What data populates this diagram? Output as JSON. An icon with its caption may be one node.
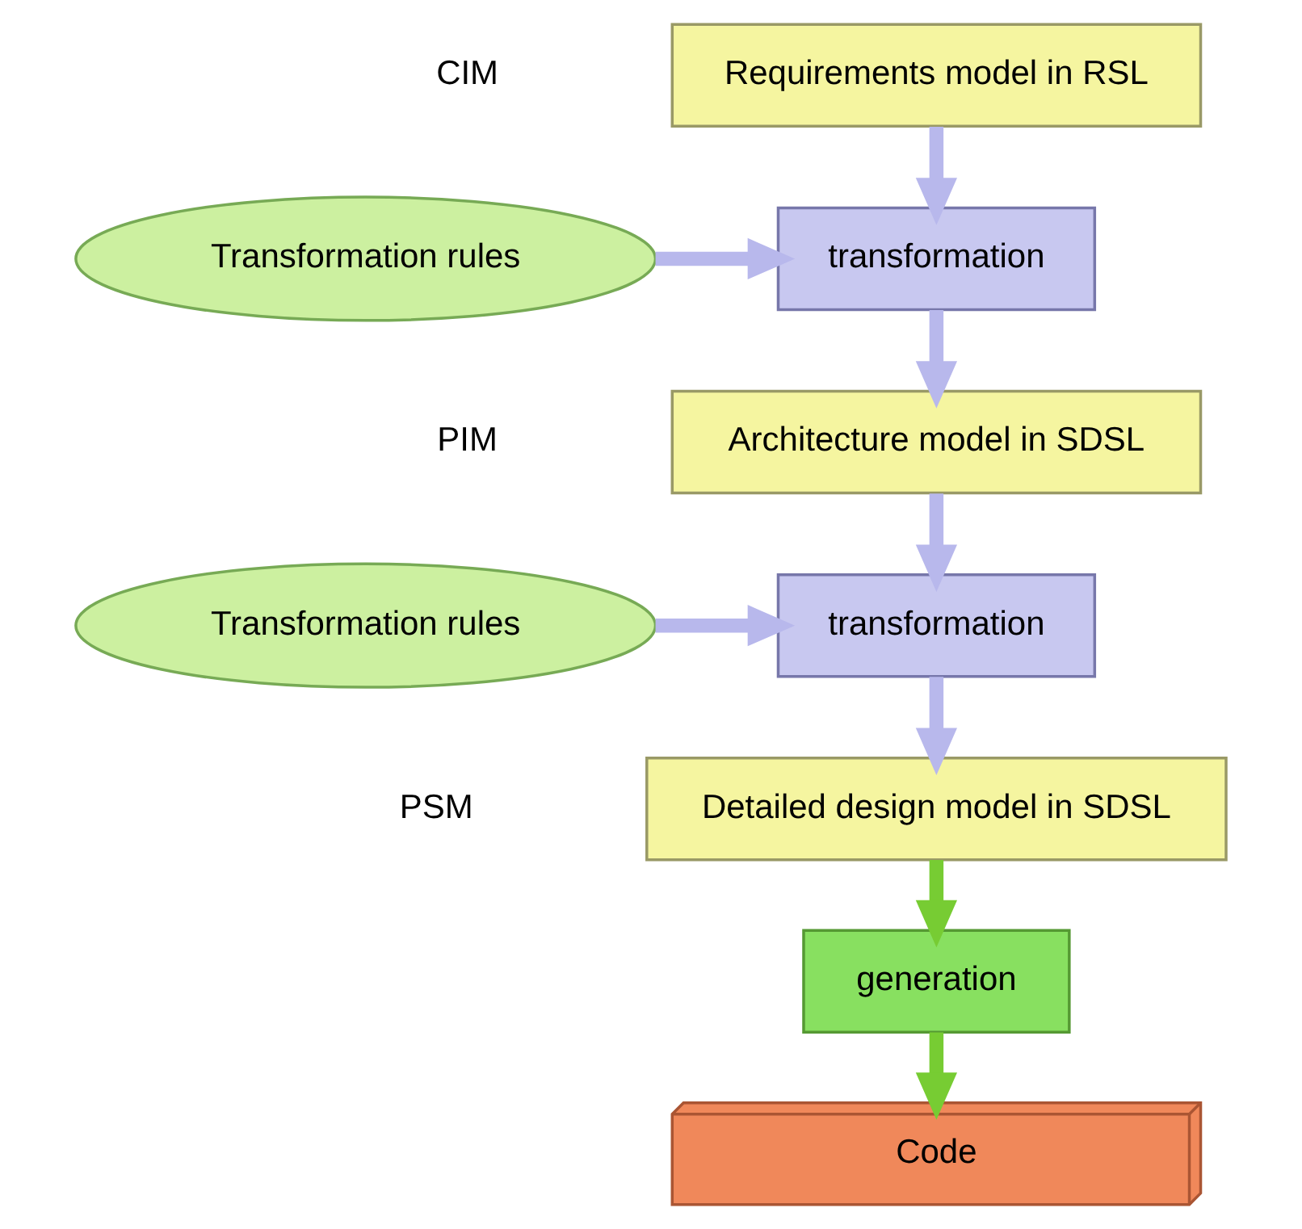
{
  "diagram": {
    "nodes": [
      {
        "text": [
          "Requirements model in RSL"
        ]
      },
      {
        "text": [
          "transformation"
        ]
      },
      {
        "text": [
          "Transformation rules"
        ]
      },
      {
        "text": [
          "Architecture model in SDSL"
        ]
      },
      {
        "text": [
          "transformation"
        ]
      },
      {
        "text": [
          "Transformation rules"
        ]
      },
      {
        "text": [
          "Detailed design model in SDSL"
        ]
      },
      {
        "text": [
          "generation"
        ]
      },
      {
        "text": [
          "Code"
        ]
      }
    ],
    "edges": [
      {
        "from": 0,
        "to": 1,
        "arrow": "to"
      },
      {
        "from": 2,
        "to": 1,
        "arrow": "to"
      },
      {
        "from": 1,
        "to": 3,
        "arrow": "to"
      },
      {
        "from": 3,
        "to": 4,
        "arrow": "to"
      },
      {
        "from": 5,
        "to": 4,
        "arrow": "to"
      },
      {
        "from": 4,
        "to": 6,
        "arrow": "to"
      },
      {
        "from": 6,
        "to": 7,
        "arrow": "to",
        "color": "#77cc33"
      },
      {
        "from": 7,
        "to": 8,
        "arrow": "to",
        "color": "#77cc33"
      }
    ],
    "labels": [
      "CIM",
      "PIM",
      "PSM"
    ]
  }
}
